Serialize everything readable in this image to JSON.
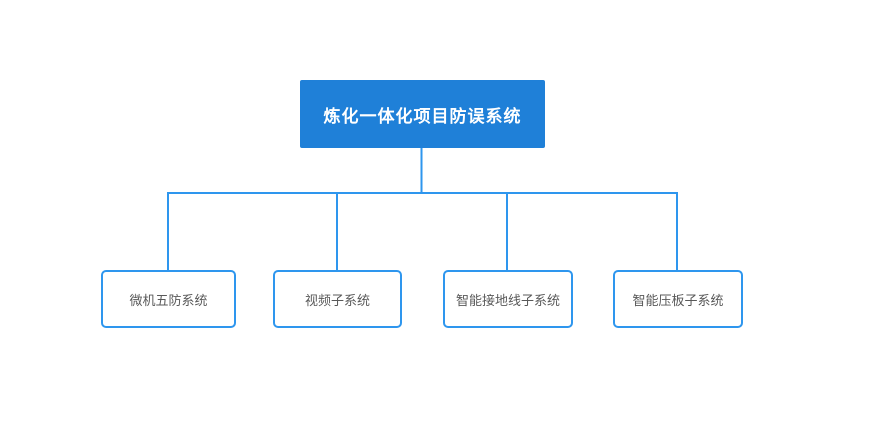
{
  "colors": {
    "canvas_bg": "#ffffff",
    "root_fill": "#1f80d8",
    "root_text": "#ffffff",
    "line": "#2e96ee",
    "child_border": "#2e96ee",
    "child_text": "#595959"
  },
  "diagram": {
    "type": "org-chart",
    "root": {
      "label": "炼化一体化项目防误系统"
    },
    "children": [
      {
        "label": "微机五防系统"
      },
      {
        "label": "视频子系统"
      },
      {
        "label": "智能接地线子系统"
      },
      {
        "label": "智能压板子系统"
      }
    ]
  }
}
